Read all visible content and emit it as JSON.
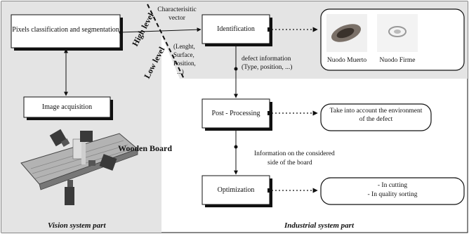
{
  "diagram": {
    "boxes": {
      "pixels_classification": "Pixels classification and segmentation",
      "image_acquisition": "Image acquisition",
      "identification": "Identification",
      "post_processing": "Post - Processing",
      "optimization": "Optimization"
    },
    "labels": {
      "characteristic_vector": [
        "Characterisitic",
        "vector"
      ],
      "vector_items": [
        "(Lenght,",
        "Surface,",
        "Position,",
        "...)"
      ],
      "high_level": "High level",
      "low_level": "Low level",
      "defect_information": [
        "defect information",
        "(Type, position, ...)"
      ],
      "information_side": [
        "Information on the considered",
        "side of the board"
      ],
      "wooden_board": "Wooden Board"
    },
    "defects": {
      "dead_knot": "Nuodo Muerto",
      "firm_knot": "Nuodo Firme"
    },
    "outputs": {
      "environment": [
        "Take into account  the environment",
        "of the defect"
      ],
      "optimization_goals": [
        "- In cutting",
        "- In quality sorting"
      ]
    },
    "parts": {
      "vision": "Vision system part",
      "industrial": "Industrial system part"
    },
    "colors": {
      "region_fill": "#e4e4e4",
      "box_fill": "#ffffff",
      "box_shadow": "#111111",
      "line": "#111111"
    }
  }
}
